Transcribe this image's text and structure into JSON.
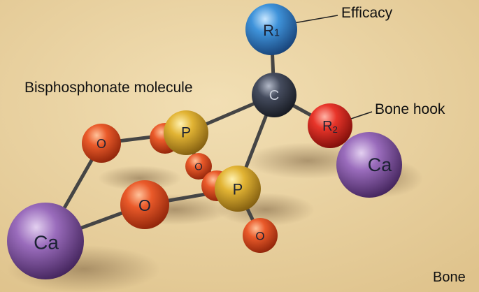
{
  "labels": {
    "molecule": "Bisphosphonate molecule",
    "efficacy": "Efficacy",
    "bone_hook": "Bone hook",
    "bone": "Bone"
  },
  "atoms": {
    "r1": "R1",
    "c": "C",
    "r2": "R2",
    "p_upper": "P",
    "p_lower": "P",
    "o_left": "O",
    "o_small": "O",
    "o_big": "O",
    "o_right": "O",
    "ca_left": "Ca",
    "ca_right": "Ca"
  },
  "colors": {
    "background": "#e8cf9c",
    "calcium": "#7a4a9a",
    "oxygen": "#e2502a",
    "phosphorus": "#d9ab2e",
    "carbon": "#3a4050",
    "r1": "#3c8fd6",
    "r2": "#e0302a",
    "bond": "#444444"
  }
}
